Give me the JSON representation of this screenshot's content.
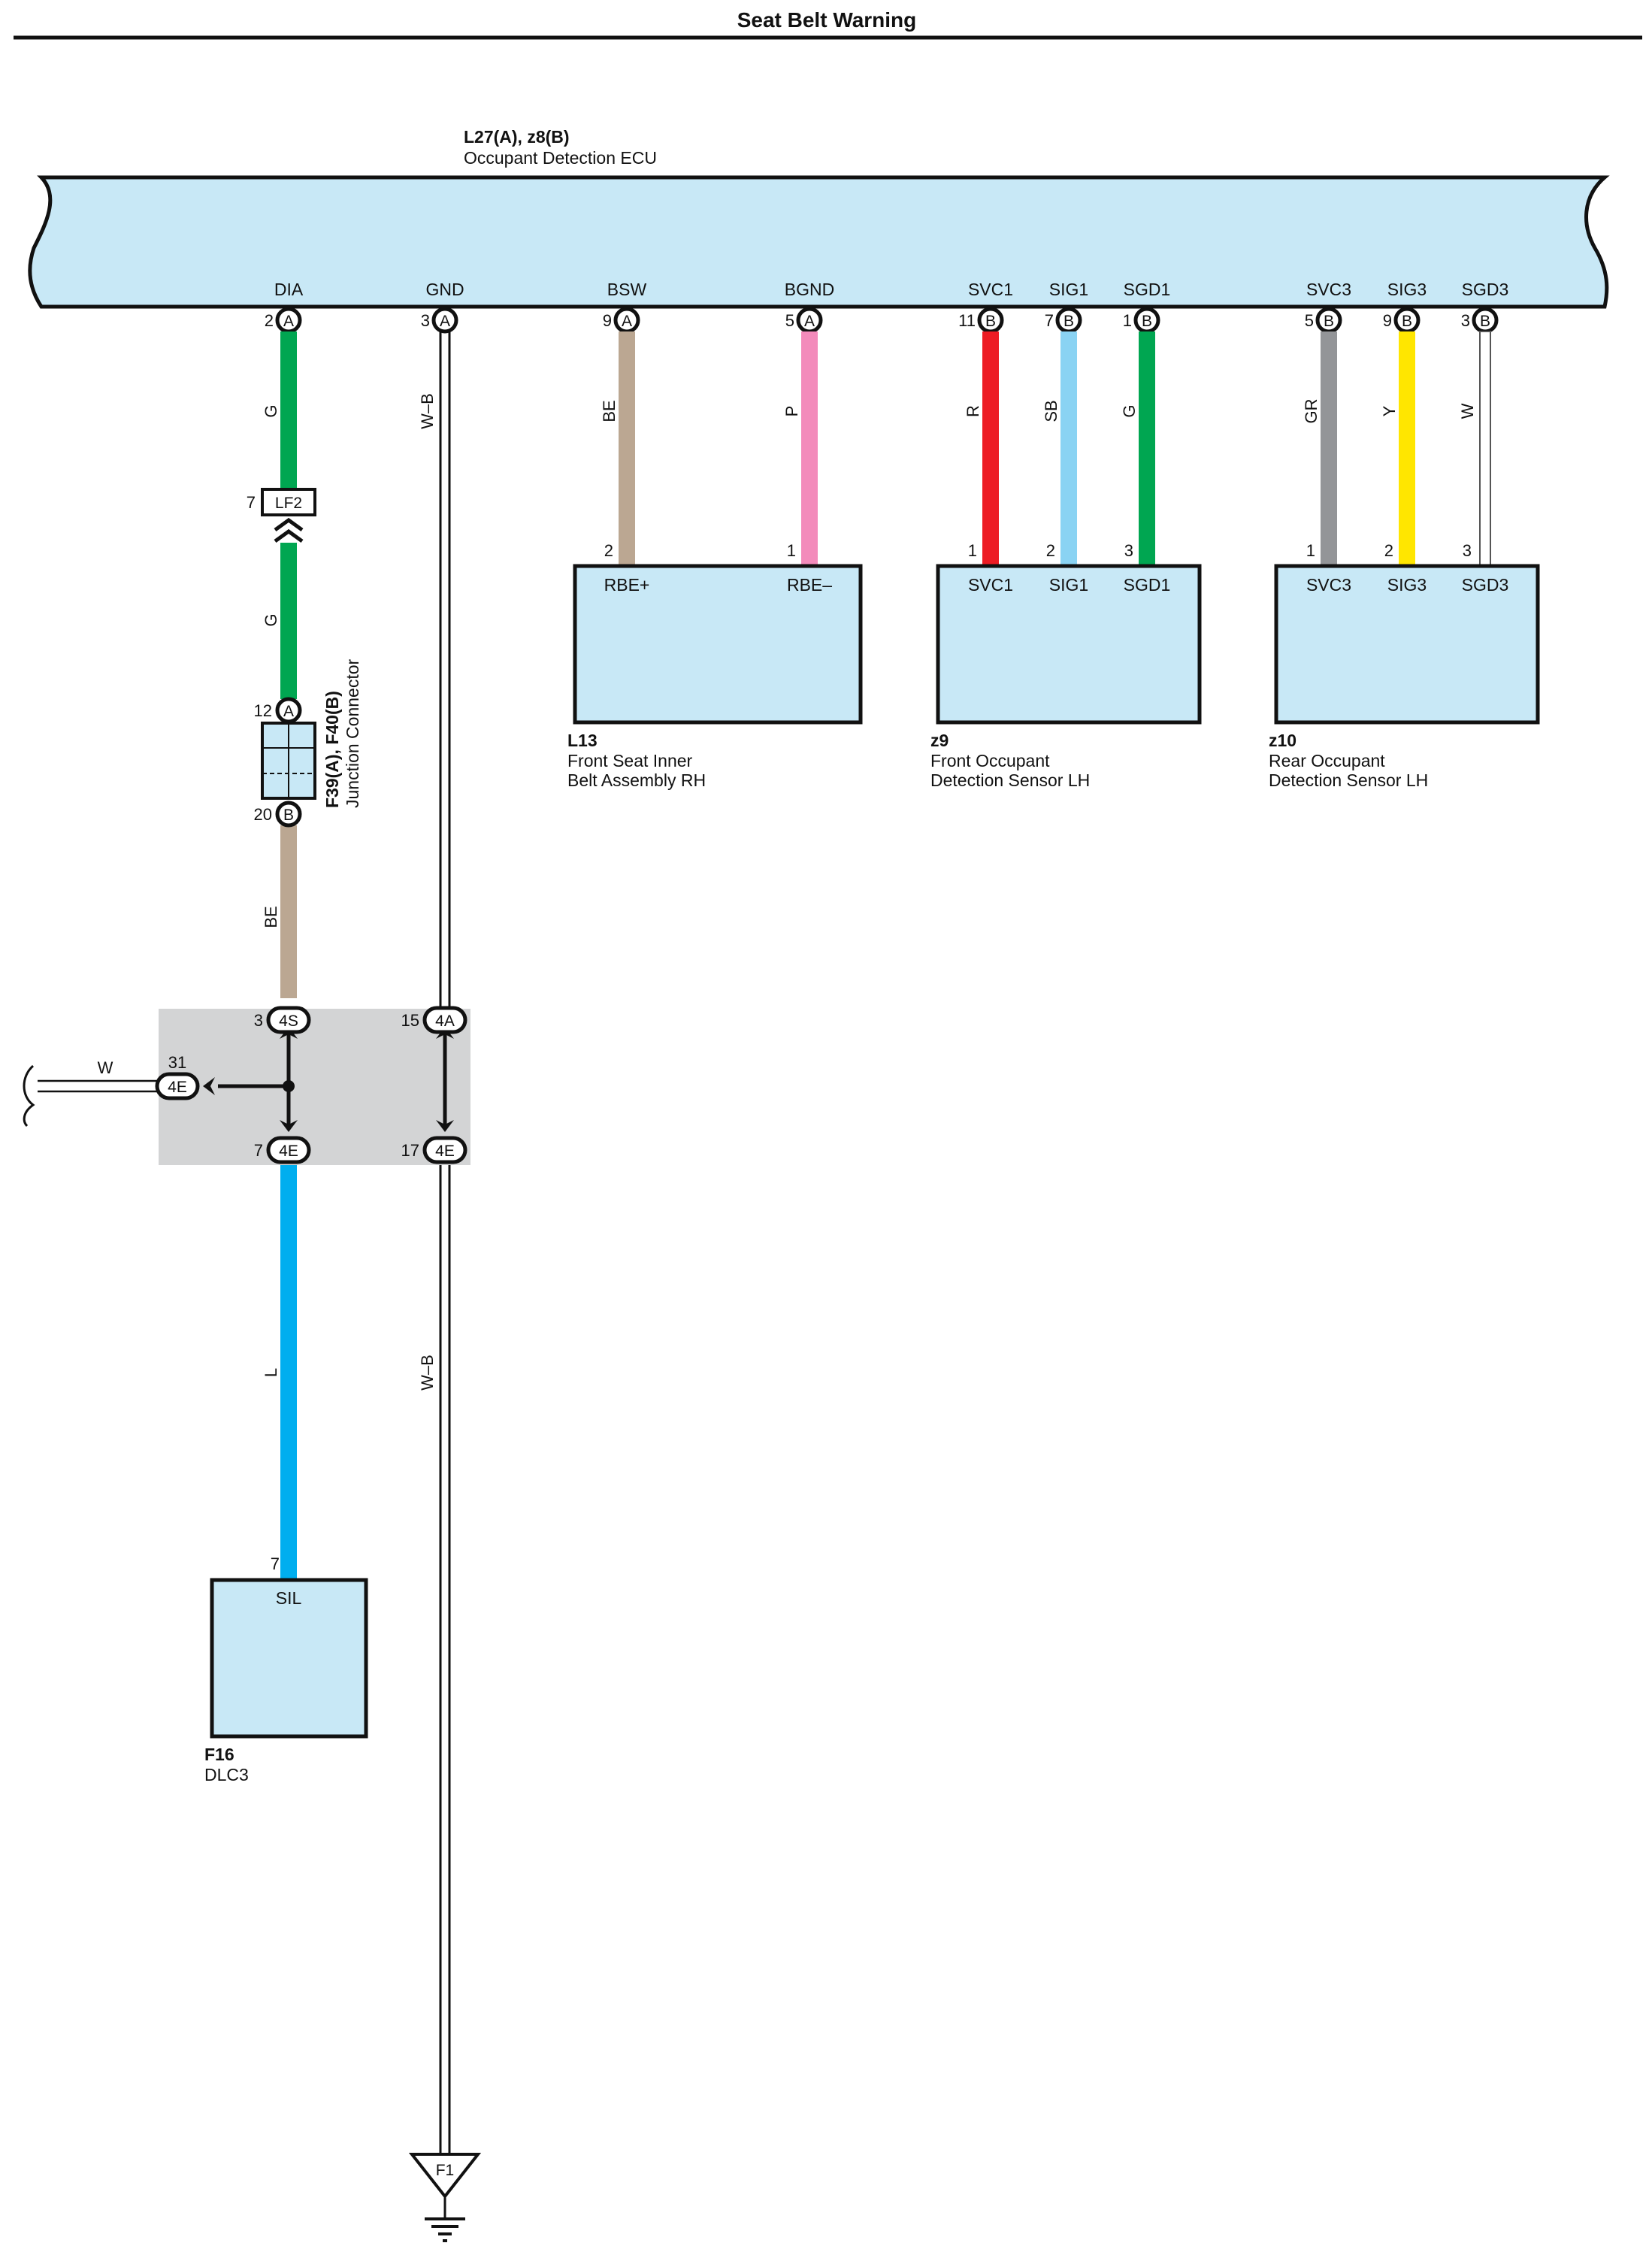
{
  "title": "Seat Belt Warning",
  "colors": {
    "ecu_fill": "#c8e8f6",
    "splice_fill": "#d3d4d5",
    "wire_G": "#00a651",
    "wire_BE": "#bba792",
    "wire_P": "#f38bbb",
    "wire_R": "#ed1c24",
    "wire_SB": "#8ad3f3",
    "wire_GR": "#939598",
    "wire_Y": "#ffe600",
    "wire_L": "#00aeef",
    "wire_W": "#ffffff"
  },
  "ecu": {
    "id": "L27(A), z8(B)",
    "name": "Occupant Detection ECU",
    "terminals": [
      {
        "name": "DIA",
        "pin": "2",
        "conn": "A"
      },
      {
        "name": "GND",
        "pin": "3",
        "conn": "A"
      },
      {
        "name": "BSW",
        "pin": "9",
        "conn": "A"
      },
      {
        "name": "BGND",
        "pin": "5",
        "conn": "A"
      },
      {
        "name": "SVC1",
        "pin": "11",
        "conn": "B"
      },
      {
        "name": "SIG1",
        "pin": "7",
        "conn": "B"
      },
      {
        "name": "SGD1",
        "pin": "1",
        "conn": "B"
      },
      {
        "name": "SVC3",
        "pin": "5",
        "conn": "B"
      },
      {
        "name": "SIG3",
        "pin": "9",
        "conn": "B"
      },
      {
        "name": "SGD3",
        "pin": "3",
        "conn": "B"
      }
    ]
  },
  "wires": {
    "dia_upper": "G",
    "dia_mid": "G",
    "dia_lower": "BE",
    "dia_bottom": "L",
    "gnd_upper": "W–B",
    "gnd_lower": "W–B",
    "bsw": "BE",
    "bgnd": "P",
    "svc1": "R",
    "sig1": "SB",
    "sgd1": "G",
    "svc3": "GR",
    "sig3": "Y",
    "sgd3": "W",
    "branch": "W"
  },
  "inline_connector": {
    "pin": "7",
    "name": "LF2"
  },
  "junction": {
    "id": "F39(A), F40(B)",
    "name": "Junction Connector",
    "top_pin": "12",
    "top_conn": "A",
    "bottom_pin": "20",
    "bottom_conn": "B"
  },
  "splice": {
    "tl_pin": "3",
    "tl_conn": "4S",
    "tr_pin": "15",
    "tr_conn": "4A",
    "side_pin": "31",
    "side_conn": "4E",
    "bl_pin": "7",
    "bl_conn": "4E",
    "br_pin": "17",
    "br_conn": "4E"
  },
  "components": {
    "l13": {
      "id": "L13",
      "line1": "Front Seat Inner",
      "line2": "Belt Assembly RH",
      "pins": [
        {
          "num": "2",
          "name": "RBE+"
        },
        {
          "num": "1",
          "name": "RBE–"
        }
      ]
    },
    "z9": {
      "id": "z9",
      "line1": "Front Occupant",
      "line2": "Detection Sensor LH",
      "pins": [
        {
          "num": "1",
          "name": "SVC1"
        },
        {
          "num": "2",
          "name": "SIG1"
        },
        {
          "num": "3",
          "name": "SGD1"
        }
      ]
    },
    "z10": {
      "id": "z10",
      "line1": "Rear Occupant",
      "line2": "Detection Sensor LH",
      "pins": [
        {
          "num": "1",
          "name": "SVC3"
        },
        {
          "num": "2",
          "name": "SIG3"
        },
        {
          "num": "3",
          "name": "SGD3"
        }
      ]
    },
    "f16": {
      "id": "F16",
      "name": "DLC3",
      "pin_num": "7",
      "pin_name": "SIL"
    }
  },
  "ground": {
    "id": "F1"
  }
}
